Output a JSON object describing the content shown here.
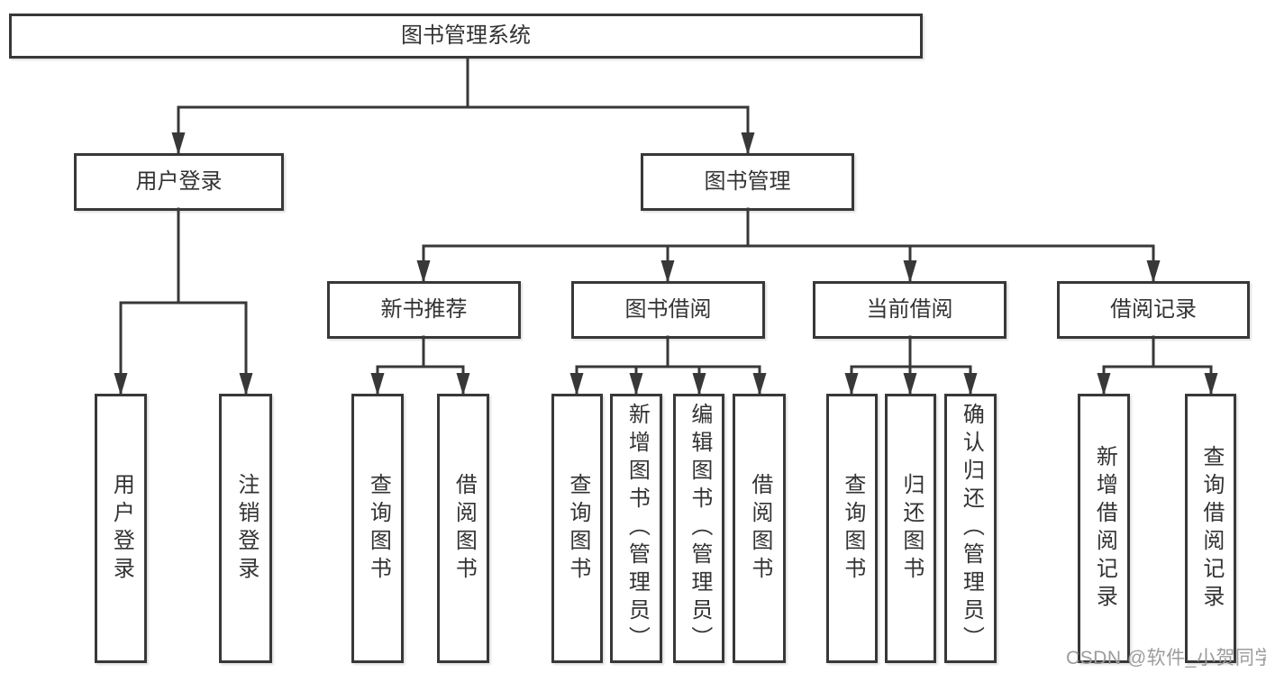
{
  "diagram": {
    "root": {
      "label": "图书管理系统",
      "children": [
        {
          "label": "用户登录",
          "children": [
            {
              "label": "用户登录"
            },
            {
              "label": "注销登录"
            }
          ]
        },
        {
          "label": "图书管理",
          "children": [
            {
              "label": "新书推荐",
              "children": [
                {
                  "label": "查询图书"
                },
                {
                  "label": "借阅图书"
                }
              ]
            },
            {
              "label": "图书借阅",
              "children": [
                {
                  "label": "查询图书"
                },
                {
                  "label": "新增图书（管理员）"
                },
                {
                  "label": "编辑图书（管理员）"
                },
                {
                  "label": "借阅图书"
                }
              ]
            },
            {
              "label": "当前借阅",
              "children": [
                {
                  "label": "查询图书"
                },
                {
                  "label": "归还图书"
                },
                {
                  "label": "确认归还（管理员）"
                }
              ]
            },
            {
              "label": "借阅记录",
              "children": [
                {
                  "label": "新增借阅记录"
                },
                {
                  "label": "查询借阅记录"
                }
              ]
            }
          ]
        }
      ]
    }
  },
  "watermark": {
    "text": "CSDN @软件_小贺同学"
  },
  "colors": {
    "line": "#383838",
    "text": "#333333",
    "watermark": "#9c9c9c",
    "background": "#ffffff"
  }
}
